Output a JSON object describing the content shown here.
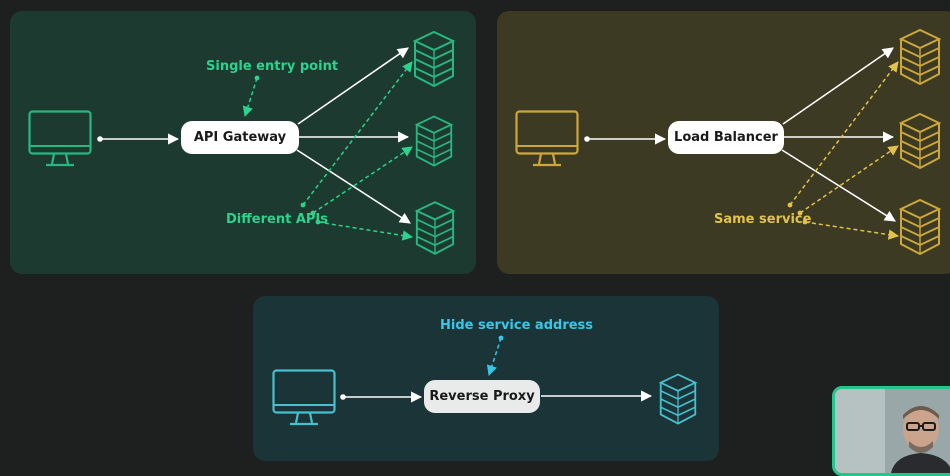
{
  "gateway": {
    "box_label": "API Gateway",
    "note_top": "Single entry point",
    "note_bottom": "Different APIs",
    "accent": "#2bd38c",
    "icon_color": "#27b882"
  },
  "load_balancer": {
    "box_label": "Load Balancer",
    "note_bottom": "Same service",
    "accent": "#e3c24a",
    "icon_color": "#cda73a"
  },
  "reverse_proxy": {
    "box_label": "Reverse Proxy",
    "note_top": "Hide service address",
    "accent": "#38c7e8",
    "icon_color": "#46c0cf"
  },
  "icons": {
    "client": "monitor-icon",
    "server": "server-stack-icon",
    "presenter": "webcam-presenter"
  }
}
